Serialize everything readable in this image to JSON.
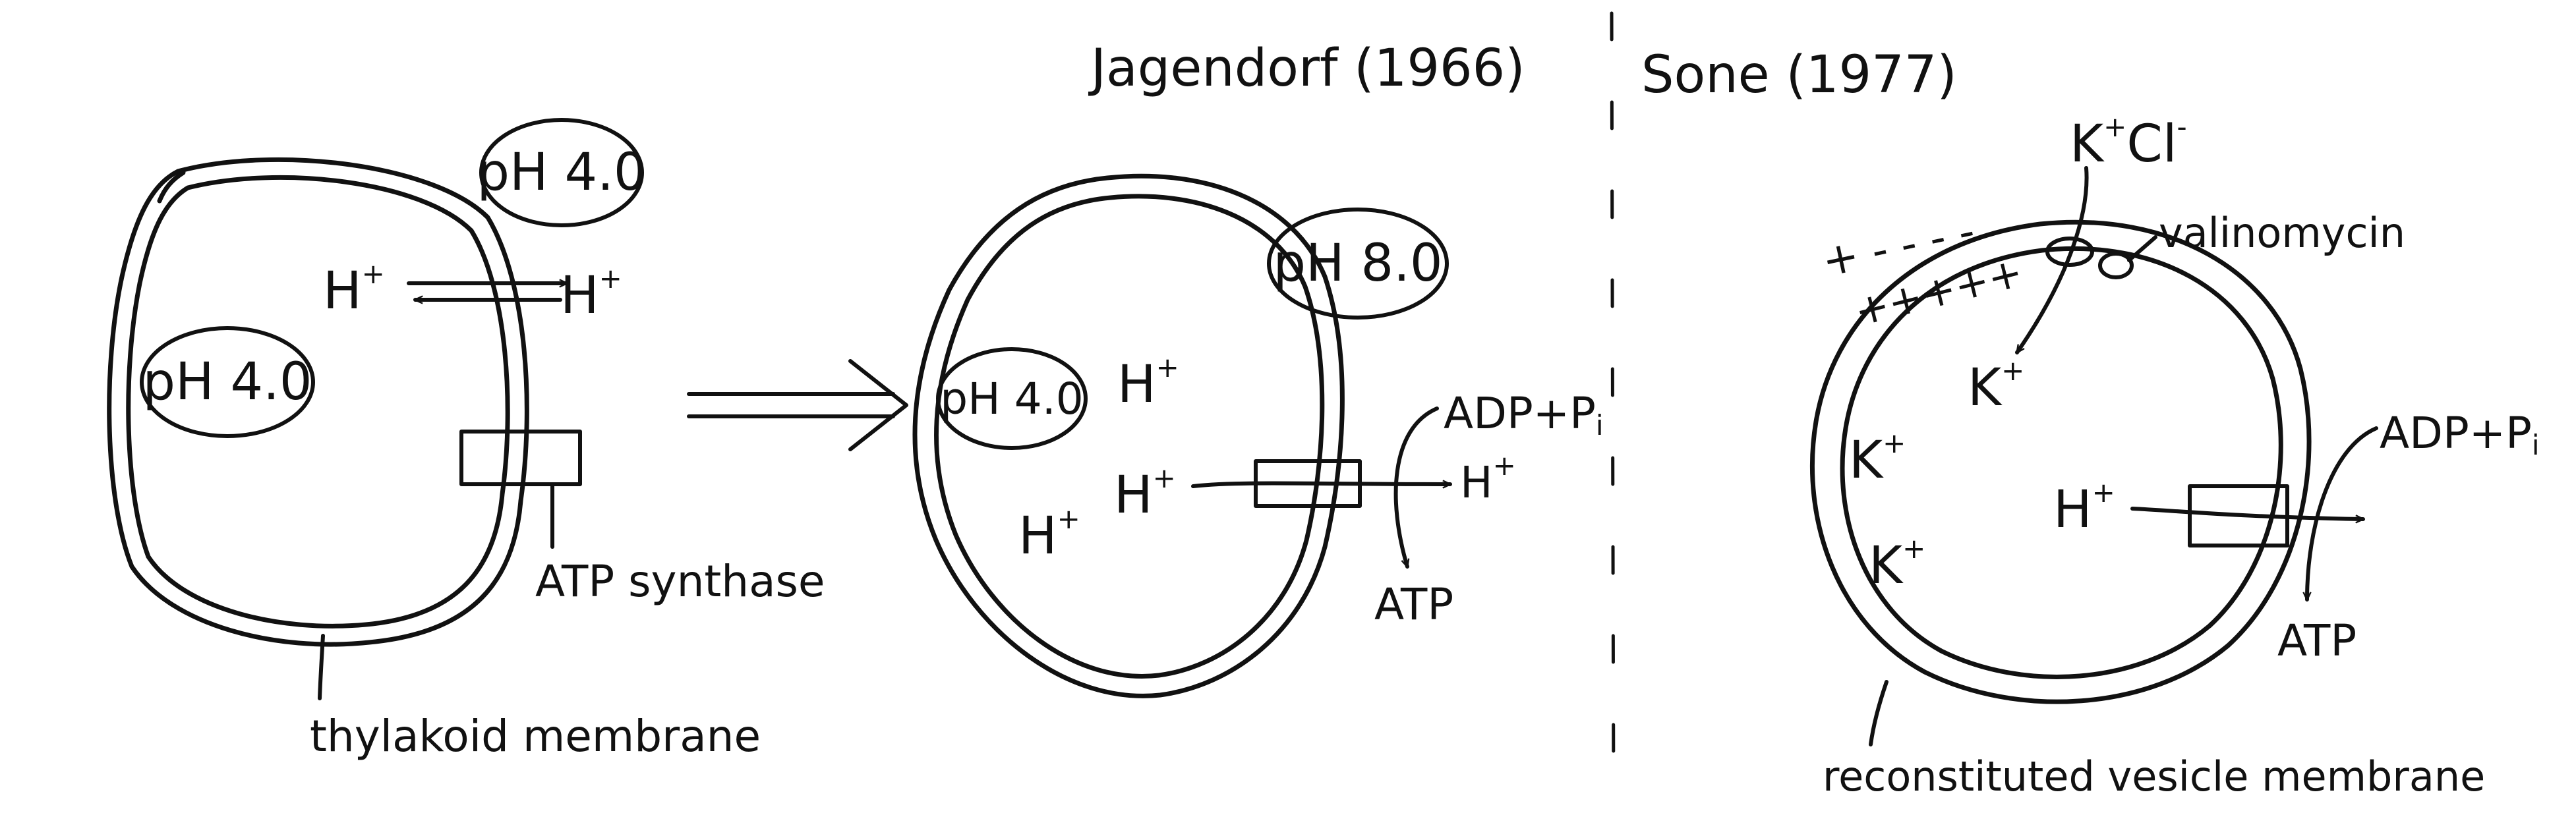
{
  "colors": {
    "ink": "#111111",
    "background": "#ffffff"
  },
  "panel1": {
    "ph_outside": "pH 4.0",
    "ph_inside": "pH 4.0",
    "h_inside": "H",
    "h_outside": "H",
    "plus": "+",
    "atp_synthase_label": "ATP synthase",
    "membrane_label": "thylakoid membrane"
  },
  "panel2": {
    "heading": "Jagendorf (1966)",
    "ph_outside": "pH 8.0",
    "ph_inside": "pH 4.0",
    "h": "H",
    "plus": "+",
    "adp_label": "ADP+P",
    "adp_sub": "i",
    "atp_label": "ATP"
  },
  "panel3": {
    "heading": "Sone (1977)",
    "k": "K",
    "cl": "Cl",
    "plus": "+",
    "minus": "-",
    "valinomycin_label": "valinomycin",
    "membrane_label": "reconstituted vesicle membrane",
    "outer_charges": "+ - - - -",
    "inner_charges": "+++++",
    "h": "H",
    "adp_label": "ADP+P",
    "adp_sub": "i",
    "atp_label": "ATP"
  }
}
